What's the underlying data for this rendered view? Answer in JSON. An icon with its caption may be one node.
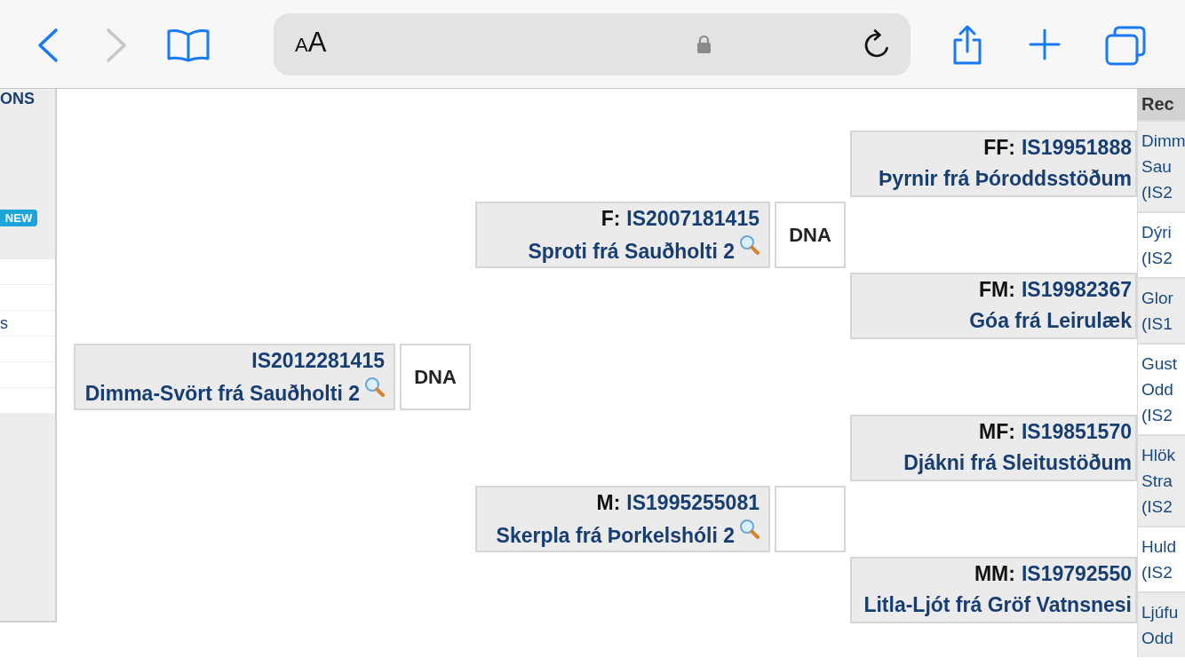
{
  "diagram": {
    "nodes": [
      {
        "text": [
          "IS2012281415",
          "Dimma-Svört frá Sauðholti 2"
        ]
      },
      {
        "text": [
          "DNA"
        ]
      },
      {
        "text": [
          "F:",
          "IS2007181415",
          "Sproti frá Sauðholti 2"
        ]
      },
      {
        "text": [
          "DNA"
        ]
      },
      {
        "text": [
          "M:",
          "IS1995255081",
          "Skerpla frá Þorkelshóli 2"
        ]
      },
      {
        "text": [],
        "shape": "box"
      },
      {
        "text": [
          "FF:",
          "IS19951888",
          "Þyrnir frá Þóroddsstöðum"
        ]
      },
      {
        "text": [
          "FM:",
          "IS19982367",
          "Góa frá Leirulæk"
        ]
      },
      {
        "text": [
          "MF:",
          "IS19851570",
          "Djákni frá Sleitustöðum"
        ]
      },
      {
        "text": [
          "MM:",
          "IS19792550",
          "Litla-Ljót frá Gröf Vatnsnesi"
        ]
      }
    ],
    "labels": [
      "AA",
      "ONS",
      "NEW",
      "s",
      "Rec",
      "Dimm Sau (IS2",
      "Dýri (IS2",
      "Glor (IS1",
      "Gust Odd (IS2",
      "Hlök Stra (IS2",
      "Huld (IS2",
      "Ljúfu Odd"
    ]
  }
}
